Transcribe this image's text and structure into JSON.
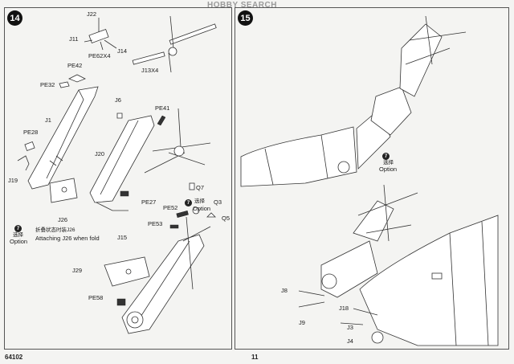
{
  "watermark": "HOBBY SEARCH",
  "page_code": "64102",
  "page_number": "11",
  "step14": {
    "number": "14",
    "parts": {
      "j22": "J22",
      "j11": "J11",
      "pe62x4": "PE62X4",
      "j14": "J14",
      "j13x4": "J13X4",
      "pe42": "PE42",
      "pe32": "PE32",
      "j6": "J6",
      "pe41": "PE41",
      "j1": "J1",
      "pe28": "PE28",
      "j20": "J20",
      "j19": "J19",
      "pe27": "PE27",
      "q7": "Q7",
      "pe52": "PE52",
      "q3": "Q3",
      "pe53": "PE53",
      "q5": "Q5",
      "j26": "J26",
      "j15": "J15",
      "j29": "J29",
      "pe58": "PE58"
    },
    "option_mark": "7",
    "option_cn": "选择",
    "option_en": "Option",
    "option2_mark": "7",
    "option2_cn": "选择",
    "option2_en": "Option",
    "fold_note_cn": "折叠状态时装J26",
    "fold_note_en": "Attaching J26 when fold"
  },
  "step15": {
    "number": "15",
    "option_mark": "7",
    "option_cn": "选择",
    "option_en": "Option",
    "parts": {
      "j8": "J8",
      "j18": "J18",
      "j9": "J9",
      "j3": "J3",
      "j4": "J4"
    }
  }
}
